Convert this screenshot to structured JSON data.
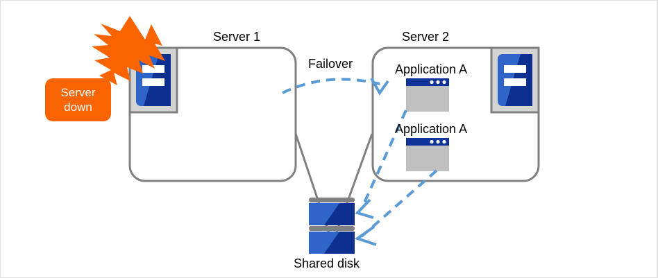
{
  "diagram": {
    "title_server1": "Server 1",
    "title_server2": "Server 2",
    "failover_label": "Failover",
    "shared_disk_label": "Shared disk",
    "server_down_line1": "Server",
    "server_down_line2": "down",
    "applications": [
      {
        "label": "Application A"
      },
      {
        "label": "Application A"
      }
    ],
    "colors": {
      "alert_orange": "#F96300",
      "server_blue_light": "#2F64C8",
      "server_blue_dark": "#0D2F8F",
      "box_gray": "#808080",
      "icon_frame_gray": "#D4D4D4",
      "window_body_gray": "#C0C0C0",
      "window_title_blue": "#10339A",
      "arrow_blue": "#5B9BD5",
      "disk_bar_gray": "#808080",
      "text_black": "#000000",
      "page_border": "#E2E2E2"
    },
    "icons": {
      "server_rack": "server-rack-icon",
      "app_window": "app-window-icon",
      "disk_stack": "disk-stack-icon",
      "lightning": "lightning-bolt-icon",
      "failover_arrow": "failover-arrow-icon",
      "disk_access_arrow": "disk-access-arrow-icon"
    }
  }
}
